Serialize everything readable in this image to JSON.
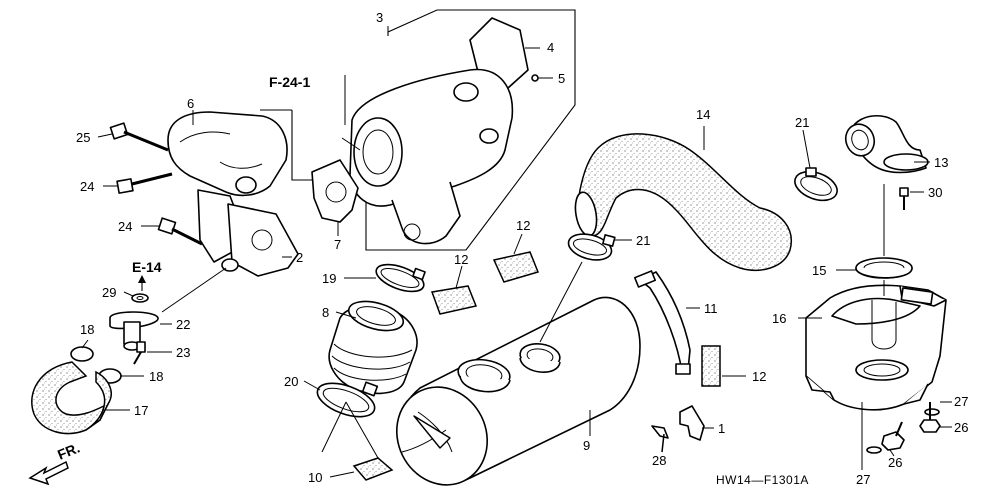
{
  "diagram_code": "HW14—F1301A",
  "refs": {
    "frame_ref": "F-24-1",
    "engine_ref": "E-14",
    "front_label": "FR."
  },
  "callouts": {
    "c1": "1",
    "c2": "2",
    "c3": "3",
    "c4": "4",
    "c5": "5",
    "c6": "6",
    "c7": "7",
    "c8": "8",
    "c9": "9",
    "c10": "10",
    "c11": "11",
    "c12a": "12",
    "c12b": "12",
    "c12c": "12",
    "c13": "13",
    "c14": "14",
    "c15": "15",
    "c16": "16",
    "c17": "17",
    "c18a": "18",
    "c18b": "18",
    "c19": "19",
    "c20": "20",
    "c21a": "21",
    "c21b": "21",
    "c22": "22",
    "c23": "23",
    "c24a": "24",
    "c24b": "24",
    "c25": "25",
    "c26a": "26",
    "c26b": "26",
    "c27a": "27",
    "c27b": "27",
    "c28": "28",
    "c29": "29",
    "c30": "30"
  },
  "icons": [
    "front-arrow-icon"
  ]
}
